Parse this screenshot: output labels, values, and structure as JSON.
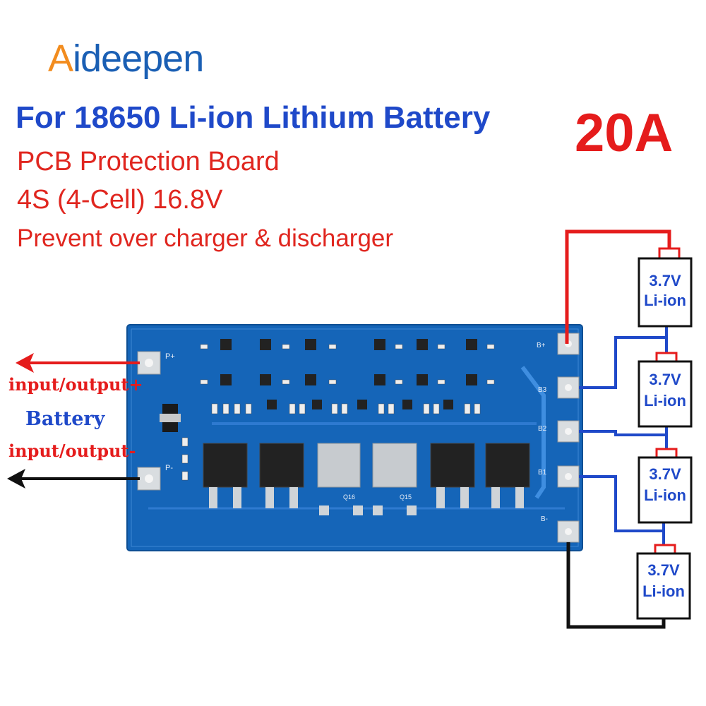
{
  "brand": {
    "name": "Aideepen",
    "first_letter": "A",
    "rest": "ideepen"
  },
  "header": {
    "title": "For 18650 Li-ion Lithium Battery",
    "rating": "20A",
    "lines": [
      "PCB Protection Board",
      "4S (4-Cell) 16.8V",
      "Prevent over charger & discharger"
    ]
  },
  "annotations": {
    "pos_label": "input/output+",
    "battery_label": "Battery",
    "neg_label": "input/output-"
  },
  "board": {
    "pad_pos": "P+",
    "pad_neg": "P-",
    "pad_bplus": "B+",
    "pad_b3": "B3",
    "pad_b2": "B2",
    "pad_b1": "B1",
    "pad_bminus": "B-",
    "q16": "Q16",
    "q15": "Q15"
  },
  "cells": [
    {
      "voltage": "3.7V",
      "type": "Li-ion"
    },
    {
      "voltage": "3.7V",
      "type": "Li-ion"
    },
    {
      "voltage": "3.7V",
      "type": "Li-ion"
    },
    {
      "voltage": "3.7V",
      "type": "Li-ion"
    }
  ],
  "colors": {
    "board": "#1565b8",
    "brand_blue": "#1a5fb4",
    "brand_orange": "#f28c1e",
    "title_blue": "#1f49c9",
    "accent_red": "#e51c1c"
  }
}
